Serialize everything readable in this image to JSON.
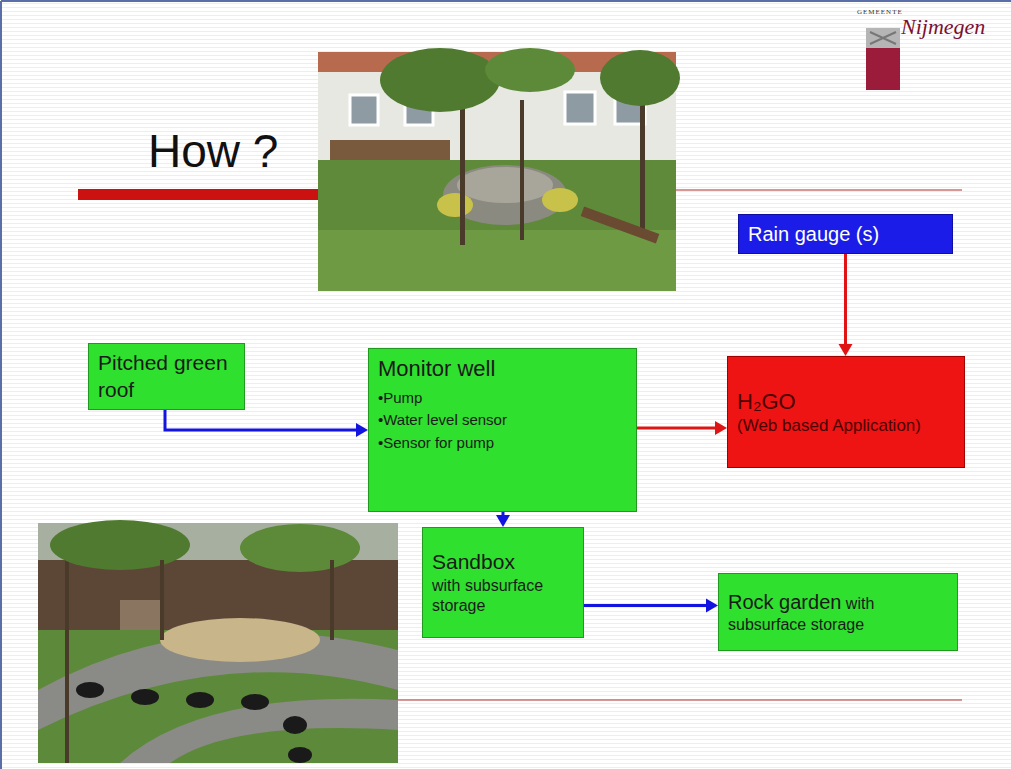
{
  "diagram": {
    "title": "How ?",
    "nodes": [
      {
        "text": [
          "Rain gauge (s)"
        ]
      },
      {
        "text": [
          "Pitched green roof"
        ]
      },
      {
        "text": [
          "Monitor well",
          "•Pump",
          "•Water level sensor",
          "•Sensor for pump"
        ]
      },
      {
        "text": [
          "H₂GO",
          "(Web based Application)"
        ]
      },
      {
        "text": [
          "Sandbox",
          "with subsurface storage"
        ]
      },
      {
        "text": [
          "Rock garden",
          "with subsurface storage"
        ]
      }
    ],
    "edges": [
      {
        "from": 1,
        "to": 2,
        "arrow": "to"
      },
      {
        "from": 0,
        "to": 3,
        "arrow": "to"
      },
      {
        "from": 2,
        "to": 3,
        "arrow": "to"
      },
      {
        "from": 2,
        "to": 4,
        "arrow": "to"
      },
      {
        "from": 4,
        "to": 5,
        "arrow": "to"
      }
    ],
    "labels": [
      "GEMEENTE",
      "Nijmegen"
    ]
  }
}
